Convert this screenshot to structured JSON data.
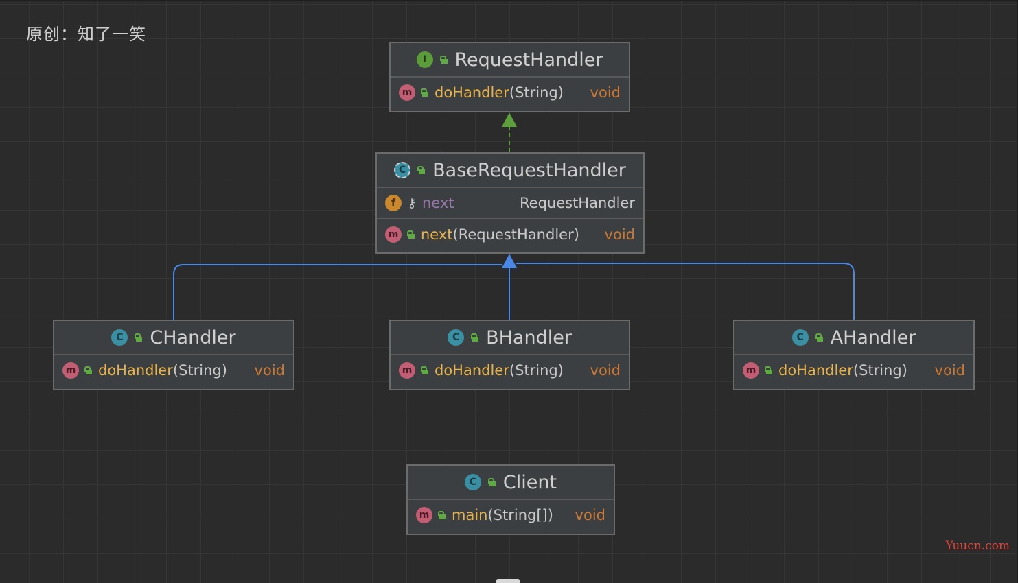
{
  "watermark_top": "原创：知了一笑",
  "watermark_bottom": "Yuucn.com",
  "colors": {
    "realization_edge": "#5e9f3d",
    "inheritance_edge": "#4a88e8",
    "background": "#2b2b2b",
    "node_background": "#3c3f41"
  },
  "nodes": {
    "request_handler": {
      "kind_icon": "interface-icon",
      "name": "RequestHandler",
      "method": {
        "name": "doHandler",
        "params": "(String)",
        "return": "void"
      }
    },
    "base_request_handler": {
      "kind_icon": "abstract-class-icon",
      "name": "BaseRequestHandler",
      "field": {
        "name": "next",
        "type": "RequestHandler"
      },
      "method": {
        "name": "next",
        "params": "(RequestHandler)",
        "return": "void"
      }
    },
    "c_handler": {
      "kind_icon": "class-icon",
      "name": "CHandler",
      "method": {
        "name": "doHandler",
        "params": "(String)",
        "return": "void"
      }
    },
    "b_handler": {
      "kind_icon": "class-icon",
      "name": "BHandler",
      "method": {
        "name": "doHandler",
        "params": "(String)",
        "return": "void"
      }
    },
    "a_handler": {
      "kind_icon": "class-icon",
      "name": "AHandler",
      "method": {
        "name": "doHandler",
        "params": "(String)",
        "return": "void"
      }
    },
    "client": {
      "kind_icon": "runnable-class-icon",
      "name": "Client",
      "method": {
        "name": "main",
        "params": "(String[])",
        "return": "void"
      }
    }
  },
  "badges": {
    "interface": "I",
    "class": "C",
    "method": "m",
    "field": "f"
  }
}
